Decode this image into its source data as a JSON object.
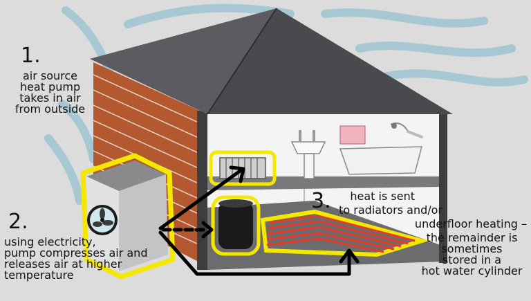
{
  "step1": {
    "number": "1.",
    "lines": [
      "air source",
      "heat pump",
      "takes in air",
      "from outside"
    ]
  },
  "step2": {
    "number": "2.",
    "lines": [
      "using electricity,",
      "pump compresses air and",
      "releases air at higher",
      "temperature"
    ]
  },
  "step3": {
    "number": "3.",
    "lines": [
      "heat is sent",
      "to radiators and/or",
      "underfloor heating –",
      "the remainder is",
      "sometimes",
      "stored in a",
      "hot water cylinder"
    ]
  },
  "colors": {
    "background": "#dcdcdc",
    "wind": "#a7c8d2",
    "roof": "#555558",
    "brick": "#b3582f",
    "highlight": "#f5e800",
    "underfloor": "#e53a2a",
    "floor": "#7a7a7c"
  }
}
